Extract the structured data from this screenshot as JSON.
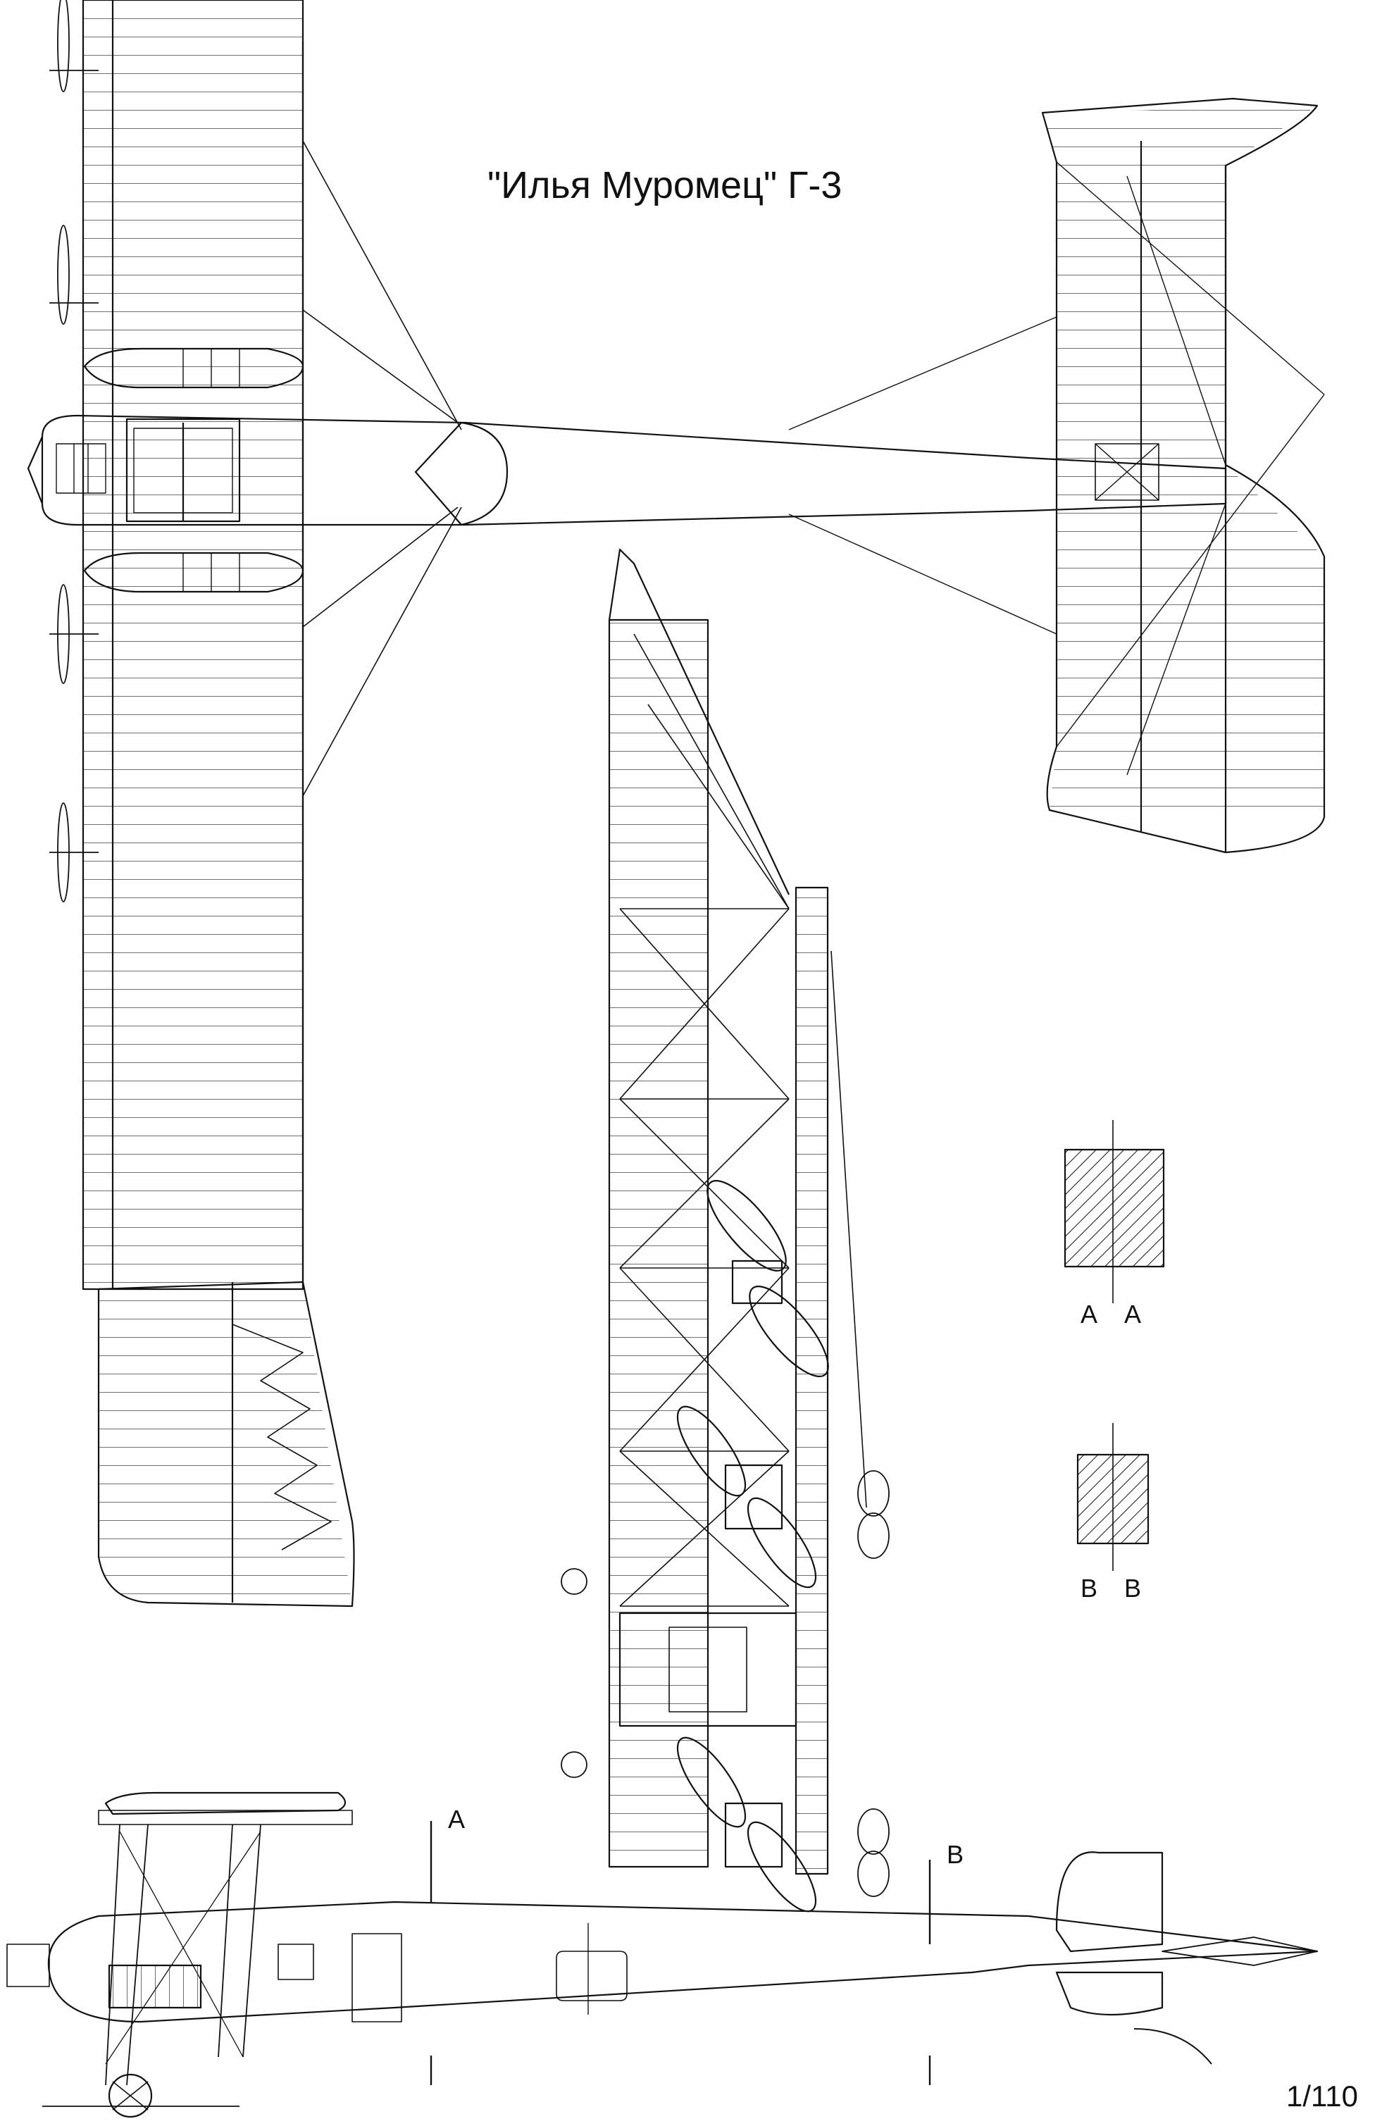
{
  "title": "\"Илья Муромец\" Г-3",
  "scale": "1/110",
  "section_labels": {
    "aa_left": "A",
    "aa_right": "A",
    "bb_left": "B",
    "bb_right": "B",
    "side_a": "A",
    "side_b": "B"
  },
  "colors": {
    "line": "#111111",
    "background": "#ffffff"
  }
}
